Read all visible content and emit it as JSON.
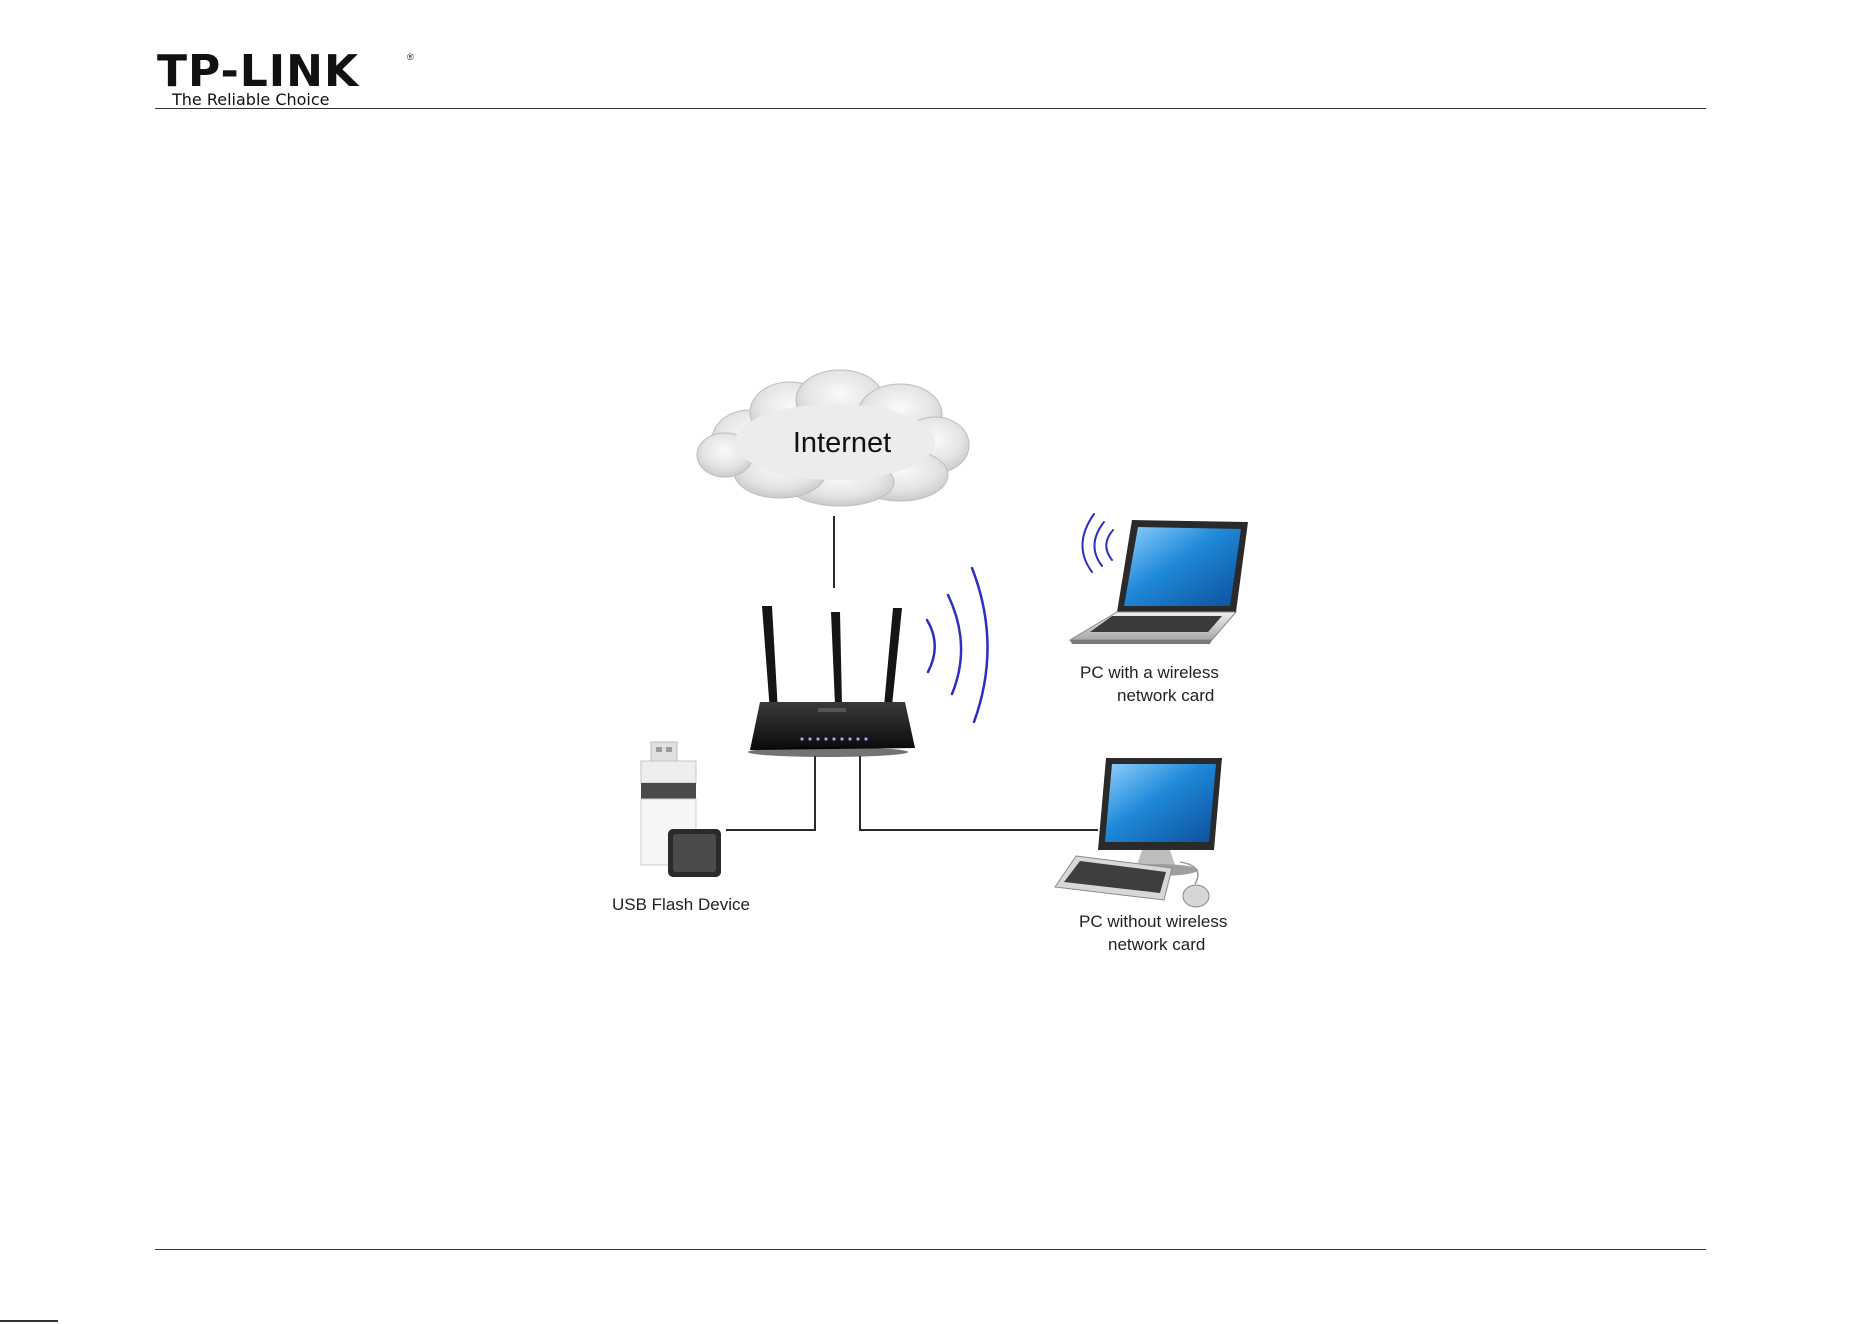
{
  "header": {
    "logo_text": "TP-LINK",
    "logo_registered": "®",
    "tagline": "The Reliable Choice"
  },
  "diagram": {
    "internet_label": "Internet",
    "wireless_pc_label_line1": "PC with a wireless",
    "wireless_pc_label_line2": "network card",
    "usb_label": "USB Flash Device",
    "wired_pc_label_line1": "PC without wireless",
    "wired_pc_label_line2": "network card"
  },
  "colors": {
    "wireless_waves": "#2d2fbf",
    "screen_blue": "#1e88d8",
    "router_body": "#141414",
    "connection_lines": "#2b2b2b"
  }
}
